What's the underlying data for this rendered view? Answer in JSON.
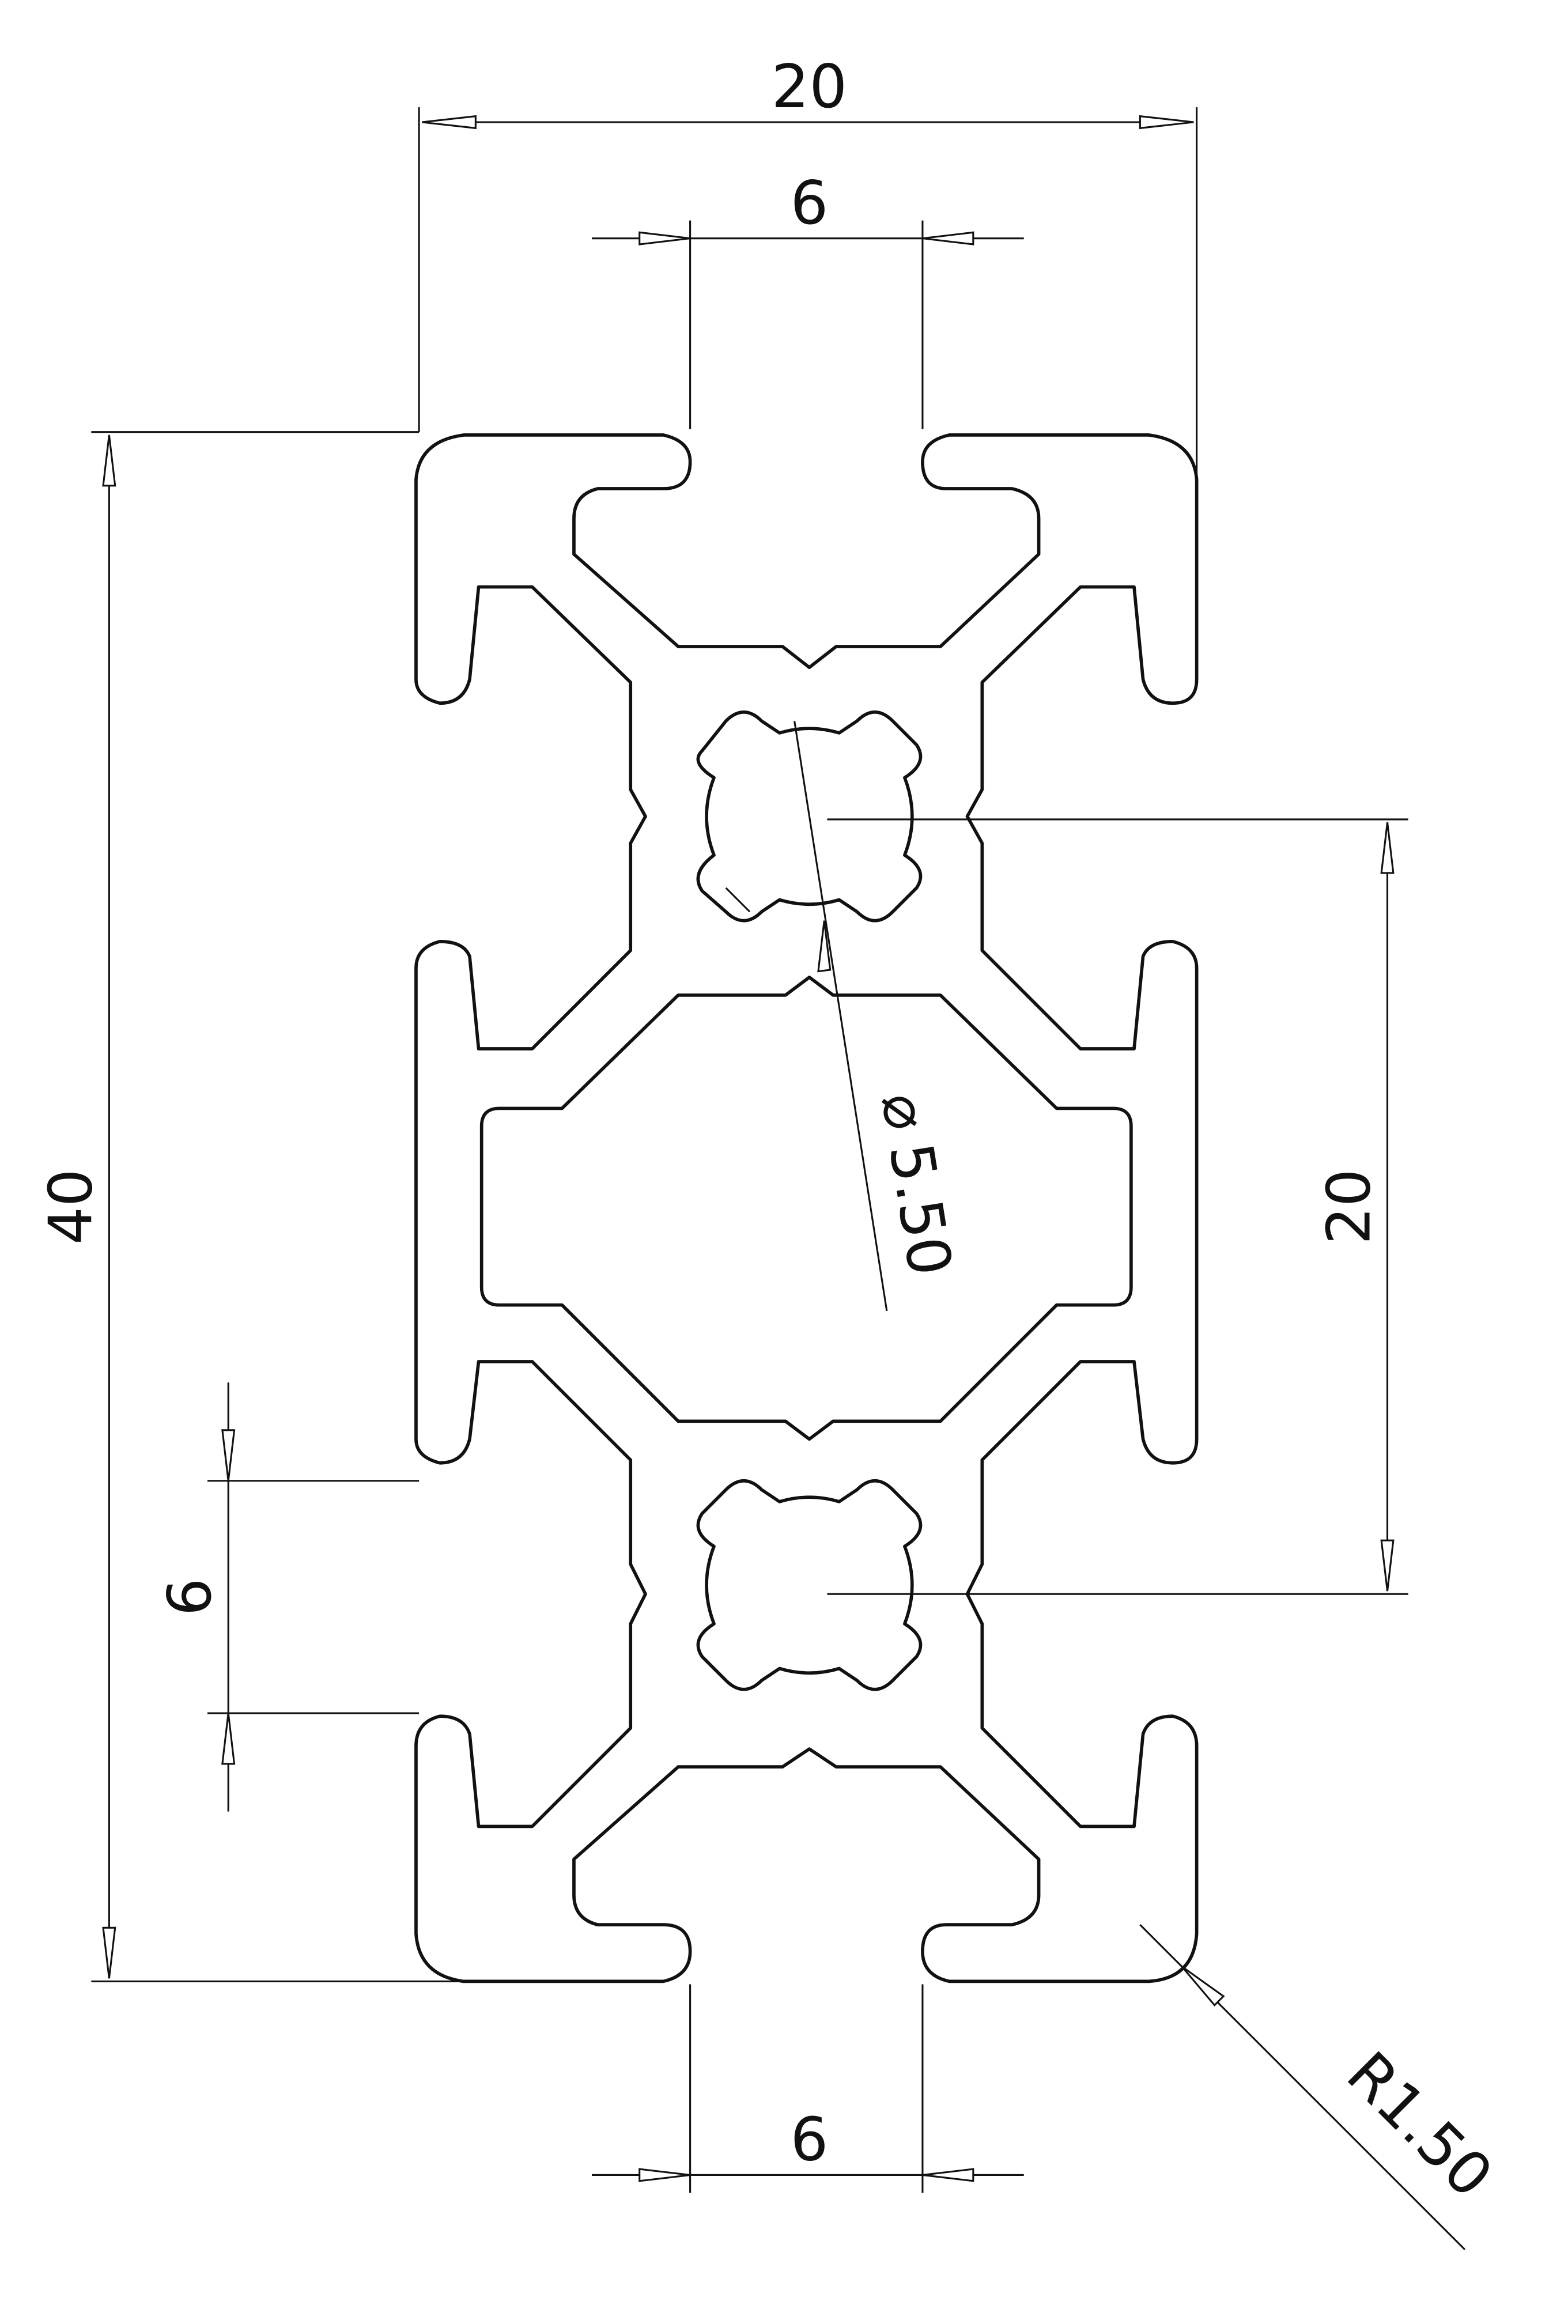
{
  "drawing": {
    "colors": {
      "line": "#111111",
      "background": "#ffffff"
    },
    "dimensions": {
      "top_width": "20",
      "top_slot": "6",
      "overall_height": "40",
      "hole_spacing": "20",
      "side_slot": "6",
      "bottom_slot": "6",
      "hole_diameter_symbol": "⌀",
      "hole_diameter": "5.50",
      "corner_radius": "R1.50"
    }
  }
}
